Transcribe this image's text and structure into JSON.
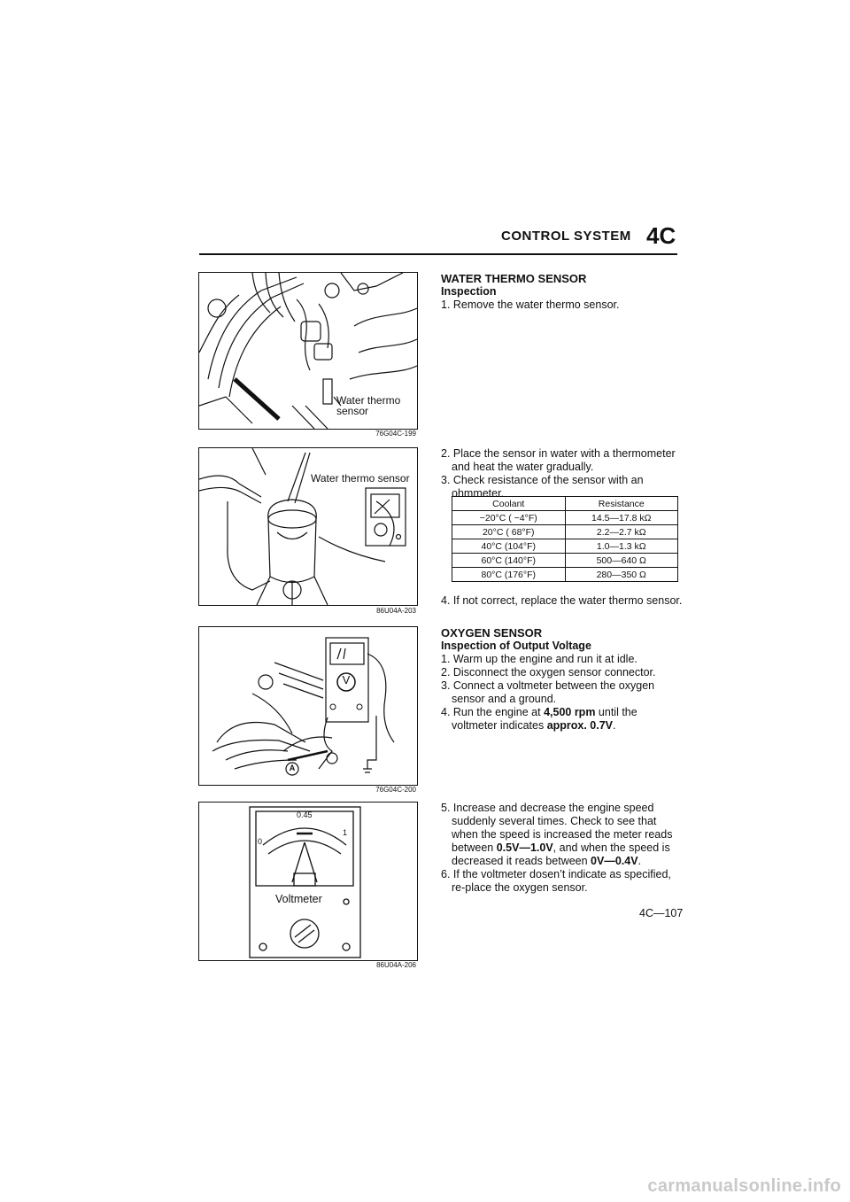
{
  "header": {
    "section_title": "CONTROL SYSTEM",
    "section_number": "4C"
  },
  "figures": [
    {
      "code": "76G04C-199",
      "label_lines": [
        "Water thermo",
        "sensor"
      ]
    },
    {
      "code": "86U04A-203",
      "label": "Water thermo sensor"
    },
    {
      "code": "76G04C-200",
      "marker": "A",
      "meter_symbol": "V"
    },
    {
      "code": "86U04A-206",
      "label": "Voltmeter",
      "scale_min": "0",
      "scale_mid": "0.45",
      "scale_max": "1"
    }
  ],
  "water_thermo": {
    "title": "WATER THERMO SENSOR",
    "subtitle": "Inspection",
    "step1": "1. Remove the water thermo sensor.",
    "step2": "2. Place the sensor in water with a thermometer and heat the water gradually.",
    "step3": "3. Check resistance of the sensor with an ohmmeter.",
    "table": {
      "headers": [
        "Coolant",
        "Resistance"
      ],
      "rows": [
        [
          "−20°C ( −4°F)",
          "14.5—17.8 kΩ"
        ],
        [
          "20°C ( 68°F)",
          "2.2—2.7  kΩ"
        ],
        [
          "40°C (104°F)",
          "1.0—1.3  kΩ"
        ],
        [
          "60°C (140°F)",
          "500—640  Ω"
        ],
        [
          "80°C (176°F)",
          "280—350  Ω"
        ]
      ]
    },
    "step4": "4. If not correct, replace the water thermo sensor."
  },
  "oxygen": {
    "title": "OXYGEN SENSOR",
    "subtitle": "Inspection of Output Voltage",
    "step1": "1. Warm up the engine and run it at idle.",
    "step2": "2. Disconnect the oxygen sensor connector.",
    "step3": "3. Connect a voltmeter between the oxygen sensor and a ground.",
    "step4_pre": "4. Run the engine at ",
    "step4_rpm": "4,500 rpm",
    "step4_mid": " until the voltmeter indicates ",
    "step4_volt": "approx. 0.7V",
    "step4_end": ".",
    "step5_pre": "5. Increase and decrease the engine speed suddenly several times. Check to see that when the speed is increased the meter reads between ",
    "step5_high": "0.5V—1.0V",
    "step5_mid": ", and when the speed is decreased it reads between ",
    "step5_low": "0V—0.4V",
    "step5_end": ".",
    "step6": "6. If the voltmeter dosen’t indicate as specified, re-place the oxygen sensor."
  },
  "footer": {
    "page_number": "4C—107",
    "watermark": "carmanualsonline.info"
  }
}
